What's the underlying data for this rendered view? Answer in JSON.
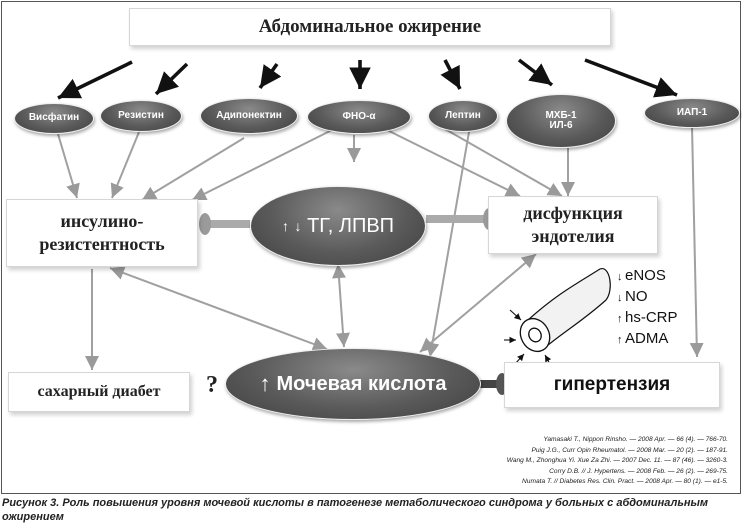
{
  "title": "Абдоминальное ожирение",
  "factors": [
    "Висфатин",
    "Резистин",
    "Адипонектин",
    "ФНО-α",
    "Лептин",
    "МХБ-1\nИЛ-6",
    "ИАП-1"
  ],
  "insulin_resistance": "инсулино-\nрезистентность",
  "tg_hdl": "ТГ, ЛПВП",
  "tg_hdl_arrows": [
    "↑",
    "↓"
  ],
  "endothelial_dysfunction": "дисфункция\nэндотелия",
  "diabetes": "сахарный диабет",
  "question_mark": "?",
  "uric_acid": "Мочевая кислота",
  "uric_acid_arrow": "↑",
  "hypertension": "гипертензия",
  "markers": [
    {
      "arrow": "↓",
      "label": "eNOS"
    },
    {
      "arrow": "↓",
      "label": "NO"
    },
    {
      "arrow": "↑",
      "label": "hs-CRP"
    },
    {
      "arrow": "↑",
      "label": "ADMA"
    }
  ],
  "references": [
    "Yamasaki T., Nippon Rinsho. — 2008 Apr. — 66 (4). — 766-70.",
    "Puig J.G., Curr Opin Rheumatol. — 2008 Mar. — 20 (2). — 187-91.",
    "Wang M., Zhonghua Yi. Xue Za Zhi. — 2007 Dec. 11. — 87 (46). — 3260-3.",
    "Corry D.B. // J. Hypertens. — 2008 Feb. — 26 (2). — 269-75.",
    "Numata T. // Diabetes Res. Clin. Pract. — 2008 Apr. — 80 (1). — e1-5."
  ],
  "caption": "Рисунок 3. Роль повышения уровня мочевой кислоты в патогенезе метаболического синдрома у больных с абдоминальным ожирением"
}
